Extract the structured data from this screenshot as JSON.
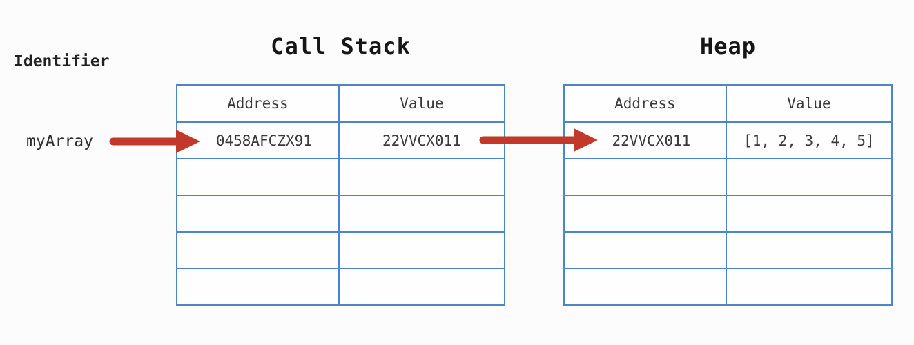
{
  "diagram": {
    "identifier_label": "Identifier",
    "identifier_name": "myArray"
  },
  "call_stack": {
    "title": "Call Stack",
    "headers": [
      "Address",
      "Value"
    ],
    "rows": [
      [
        "0458AFCZX91",
        "22VVCX011"
      ],
      [
        "",
        ""
      ],
      [
        "",
        ""
      ],
      [
        "",
        ""
      ],
      [
        "",
        ""
      ]
    ]
  },
  "heap": {
    "title": "Heap",
    "headers": [
      "Address",
      "Value"
    ],
    "rows": [
      [
        "22VVCX011",
        "[1, 2, 3, 4, 5]"
      ],
      [
        "",
        ""
      ],
      [
        "",
        ""
      ],
      [
        "",
        ""
      ],
      [
        "",
        ""
      ]
    ]
  },
  "colors": {
    "table_border": "#4a86c8",
    "arrow": "#c0392b",
    "cell_text": "#3a3a3a",
    "title_text": "#161616",
    "background": "#fcfcfc"
  }
}
